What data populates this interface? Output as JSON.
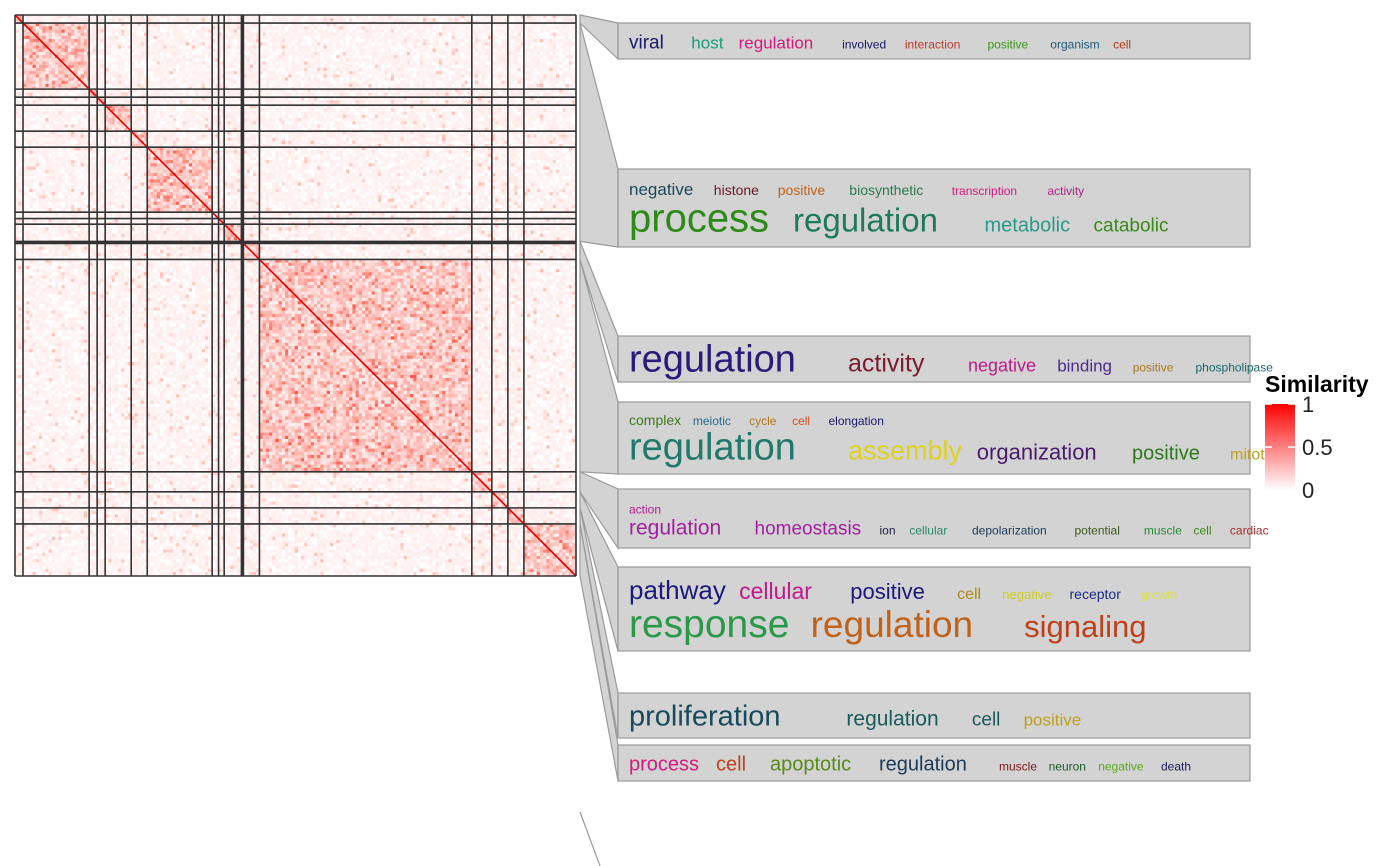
{
  "chart_data": {
    "type": "heatmap",
    "description_free": true,
    "matrix_size": 1400,
    "cluster_boundaries": [
      0,
      20,
      185,
      205,
      225,
      290,
      330,
      492,
      508,
      522,
      565,
      568,
      570,
      610,
      1140,
      1190,
      1230,
      1270,
      1400
    ],
    "legend": {
      "title": "Similarity",
      "ticks": [
        {
          "label": "1",
          "value": 1
        },
        {
          "label": "0.5",
          "value": 0.5
        },
        {
          "label": "0",
          "value": 0
        }
      ],
      "color_low": "#ffffff",
      "color_high": "#ff0000"
    },
    "word_clouds": [
      {
        "cluster": 1,
        "lines": [
          [
            {
              "text": "viral",
              "color": "#1a1a6e",
              "size": 19
            },
            {
              "text": "host",
              "color": "#1b9e77",
              "size": 17
            },
            {
              "text": "regulation",
              "color": "#d6197a",
              "size": 17
            },
            {
              "text": "involved",
              "color": "#1a1a6e",
              "size": 12
            },
            {
              "text": "interaction",
              "color": "#c0392b",
              "size": 12
            },
            {
              "text": "positive",
              "color": "#3a9a1a",
              "size": 12
            },
            {
              "text": "organism",
              "color": "#1f5a7a",
              "size": 12
            },
            {
              "text": "cell",
              "color": "#b03a1a",
              "size": 12
            }
          ]
        ]
      },
      {
        "cluster": 2,
        "lines": [
          [
            {
              "text": "negative",
              "color": "#1a4a5a",
              "size": 17
            },
            {
              "text": "histone",
              "color": "#6a1a2a",
              "size": 14
            },
            {
              "text": "positive",
              "color": "#c0621a",
              "size": 14
            },
            {
              "text": "biosynthetic",
              "color": "#2a7a4a",
              "size": 14
            },
            {
              "text": "transcription",
              "color": "#d6197a",
              "size": 12
            },
            {
              "text": "activity",
              "color": "#b0208a",
              "size": 12
            }
          ],
          [
            {
              "text": "process",
              "color": "#2e8b1a",
              "size": 40
            },
            {
              "text": "regulation",
              "color": "#1f7a5a",
              "size": 33
            },
            {
              "text": "metabolic",
              "color": "#2a9a8a",
              "size": 20
            },
            {
              "text": "catabolic",
              "color": "#3a8a1a",
              "size": 19
            }
          ]
        ]
      },
      {
        "cluster": 3,
        "lines": [
          [
            {
              "text": "regulation",
              "color": "#2a1a7a",
              "size": 38
            },
            {
              "text": "activity",
              "color": "#7a1a2a",
              "size": 25
            },
            {
              "text": "negative",
              "color": "#c0198a",
              "size": 18
            },
            {
              "text": "binding",
              "color": "#4a2a8a",
              "size": 17
            },
            {
              "text": "positive",
              "color": "#b07a1a",
              "size": 12
            },
            {
              "text": "phospholipase",
              "color": "#1a6a6a",
              "size": 12
            }
          ]
        ]
      },
      {
        "cluster": 4,
        "lines": [
          [
            {
              "text": "complex",
              "color": "#3a7a1a",
              "size": 14
            },
            {
              "text": "meiotic",
              "color": "#2a6a8a",
              "size": 12
            },
            {
              "text": "cycle",
              "color": "#b07a1a",
              "size": 12
            },
            {
              "text": "cell",
              "color": "#d6501a",
              "size": 12
            },
            {
              "text": "elongation",
              "color": "#1a1a6e",
              "size": 12
            }
          ],
          [
            {
              "text": "regulation",
              "color": "#1f7a6a",
              "size": 38
            },
            {
              "text": "assembly",
              "color": "#e0d020",
              "size": 27
            },
            {
              "text": "organization",
              "color": "#4a1a6a",
              "size": 22
            },
            {
              "text": "positive",
              "color": "#2a7a1a",
              "size": 20
            },
            {
              "text": "mitotic",
              "color": "#c0a020",
              "size": 16
            }
          ]
        ]
      },
      {
        "cluster": 5,
        "lines": [
          [
            {
              "text": "action",
              "color": "#b0208a",
              "size": 12
            }
          ],
          [
            {
              "text": "regulation",
              "color": "#a020a0",
              "size": 21
            },
            {
              "text": "homeostasis",
              "color": "#a020a0",
              "size": 19
            },
            {
              "text": "ion",
              "color": "#1a1a4a",
              "size": 12
            },
            {
              "text": "cellular",
              "color": "#2a8a6a",
              "size": 12
            },
            {
              "text": "depolarization",
              "color": "#1a3a5a",
              "size": 12
            },
            {
              "text": "potential",
              "color": "#3a5a1a",
              "size": 12
            },
            {
              "text": "muscle",
              "color": "#2a8a3a",
              "size": 12
            },
            {
              "text": "cell",
              "color": "#3a8a1a",
              "size": 12
            },
            {
              "text": "cardiac",
              "color": "#b02a2a",
              "size": 12
            }
          ]
        ]
      },
      {
        "cluster": 6,
        "lines": [
          [
            {
              "text": "pathway",
              "color": "#1a1a7a",
              "size": 26
            },
            {
              "text": "cellular",
              "color": "#c0198a",
              "size": 23
            },
            {
              "text": "positive",
              "color": "#1a1a7a",
              "size": 22
            },
            {
              "text": "cell",
              "color": "#b08a1a",
              "size": 16
            },
            {
              "text": "negative",
              "color": "#d0d020",
              "size": 13
            },
            {
              "text": "receptor",
              "color": "#1a2a8a",
              "size": 14
            },
            {
              "text": "growth",
              "color": "#e0e040",
              "size": 12
            }
          ],
          [
            {
              "text": "response",
              "color": "#2a9a4a",
              "size": 39
            },
            {
              "text": "regulation",
              "color": "#c0621a",
              "size": 37
            },
            {
              "text": "signaling",
              "color": "#c0401a",
              "size": 31
            }
          ]
        ]
      },
      {
        "cluster": 7,
        "lines": [
          [
            {
              "text": "proliferation",
              "color": "#1a4a5a",
              "size": 29
            },
            {
              "text": "regulation",
              "color": "#1a5a5a",
              "size": 21
            },
            {
              "text": "cell",
              "color": "#1a5a5a",
              "size": 19
            },
            {
              "text": "positive",
              "color": "#c0a020",
              "size": 17
            }
          ]
        ]
      },
      {
        "cluster": 8,
        "lines": [
          [
            {
              "text": "process",
              "color": "#d6197a",
              "size": 20
            },
            {
              "text": "cell",
              "color": "#c0401a",
              "size": 20
            },
            {
              "text": "apoptotic",
              "color": "#5a8a1a",
              "size": 20
            },
            {
              "text": "regulation",
              "color": "#1a3a5a",
              "size": 20
            },
            {
              "text": "muscle",
              "color": "#7a1a1a",
              "size": 12
            },
            {
              "text": "neuron",
              "color": "#1a5a2a",
              "size": 12
            },
            {
              "text": "negative",
              "color": "#5aaa1a",
              "size": 12
            },
            {
              "text": "death",
              "color": "#1a1a5a",
              "size": 12
            }
          ]
        ]
      }
    ]
  }
}
